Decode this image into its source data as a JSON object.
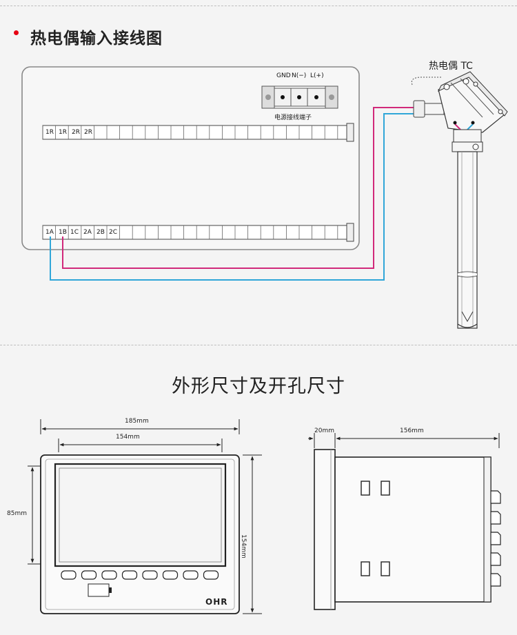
{
  "section1": {
    "title": "热电偶输入接线图",
    "accent_color": "#e60012",
    "thermocouple_label": "热电偶 TC",
    "power_terminal": {
      "labels": [
        "GND",
        "N(−)",
        "L(+)"
      ],
      "caption": "电源接线端子"
    },
    "top_terminal_labels": [
      "1R",
      "1R",
      "2R",
      "2R"
    ],
    "bottom_terminal_labels": [
      "1A",
      "1B",
      "1C",
      "2A",
      "2B",
      "2C"
    ],
    "wire_colors": {
      "magenta": "#d1287a",
      "cyan": "#2fa6d8"
    }
  },
  "section2": {
    "title": "外形尺寸及开孔尺寸",
    "front_view": {
      "width_outer": "185mm",
      "width_screen": "154mm",
      "height_screen": "85mm",
      "height_outer": "154mm",
      "brand": "OHR"
    },
    "side_view": {
      "depth_front": "20mm",
      "depth_body": "156mm"
    }
  }
}
